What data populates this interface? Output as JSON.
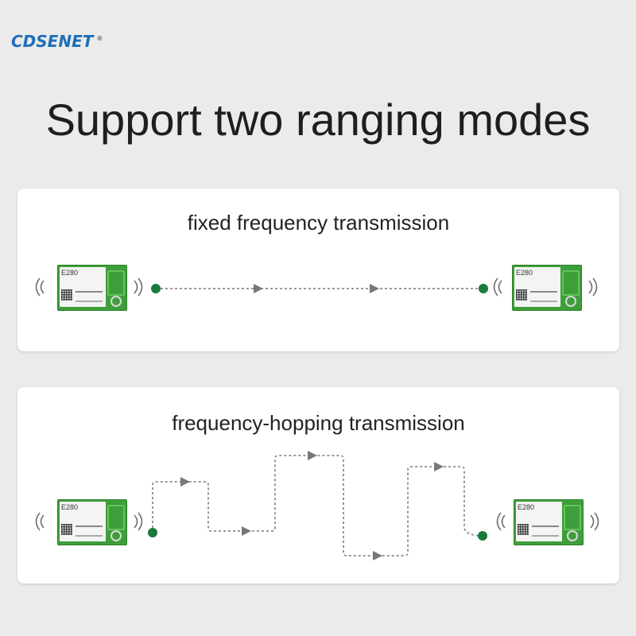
{
  "brand": {
    "name": "CDSENET",
    "mark": "®",
    "color": "#1d6fb8"
  },
  "headline": "Support two ranging modes",
  "panels": [
    {
      "title": "fixed frequency transmission",
      "module_label": "E280",
      "path_style": "straight",
      "node_color": "#1a7a3a",
      "line_color": "#8a8a8a"
    },
    {
      "title": "frequency-hopping transmission",
      "module_label": "E280",
      "path_style": "stepped",
      "node_color": "#1a7a3a",
      "line_color": "#8a8a8a"
    }
  ],
  "icons": {
    "signal": "wifi-signal-icon",
    "node": "dot-icon",
    "arrow": "triangle-arrow-icon"
  }
}
